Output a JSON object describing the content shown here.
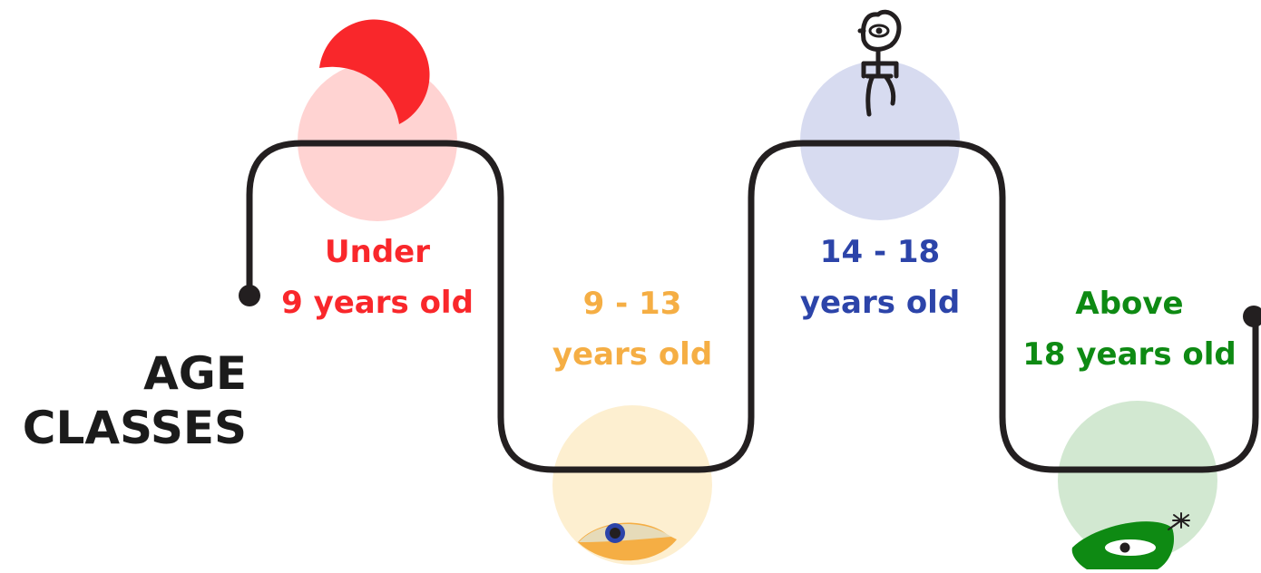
{
  "title": {
    "line1": "AGE",
    "line2": "CLASSES"
  },
  "colors": {
    "path": "#231f20",
    "red": "#f9272b",
    "orange": "#f5ae44",
    "blue": "#2c44a9",
    "green": "#0e8a13",
    "red_circle": "#ffd3d2",
    "orange_circle": "#fdefd0",
    "blue_circle": "#d7dbf0",
    "green_circle": "#d2e8d1"
  },
  "stages": [
    {
      "line1": "Under",
      "line2": "9 years old",
      "color": "#f9272b",
      "icon": "red-crescent-icon"
    },
    {
      "line1": "9 - 13",
      "line2": "years old",
      "color": "#f5ae44",
      "icon": "orange-eye-icon"
    },
    {
      "line1": "14 - 18",
      "line2": "years old",
      "color": "#2c44a9",
      "icon": "stick-figure-icon"
    },
    {
      "line1": "Above",
      "line2": "18 years old",
      "color": "#0e8a13",
      "icon": "green-bird-icon"
    }
  ]
}
